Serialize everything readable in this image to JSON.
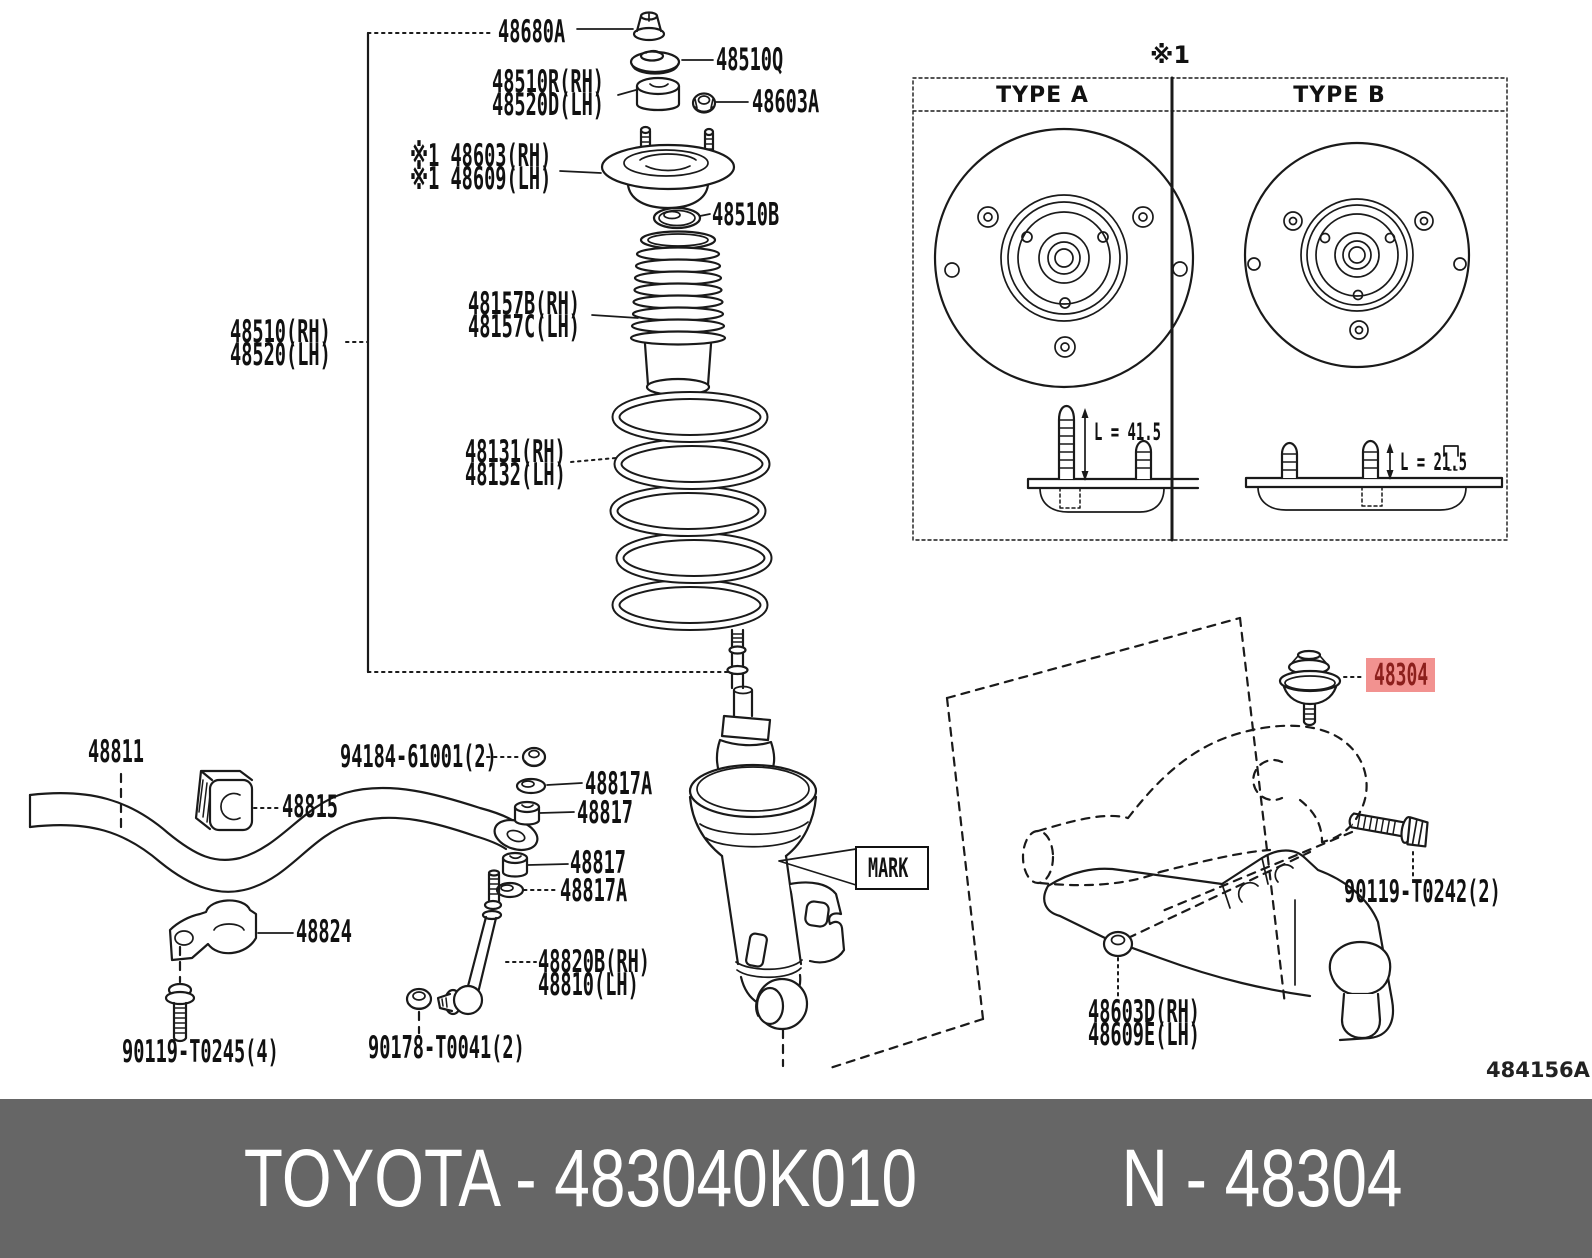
{
  "colors": {
    "line": "#1a1a1a",
    "highlight_bg": "#f29290",
    "highlight_fg": "#8c1f1c",
    "banner_bg": "#666666",
    "banner_fg": "#ffffff"
  },
  "banner": {
    "left": "TOYOTA - 483040K010",
    "right": "N - 48304"
  },
  "diagram_ref": "484156A",
  "inset": {
    "note": "※1",
    "type_a_title": "TYPE A",
    "type_b_title": "TYPE B",
    "dim_a": "L = 41.5",
    "dim_b": "L = 21.5"
  },
  "parts": {
    "p48680a": "48680A",
    "p48510q": "48510Q",
    "p48510r": "48510R(RH)",
    "p48520d": "48520D(LH)",
    "p48603a": "48603A",
    "p48603": "※1 48603(RH)",
    "p48609": "※1 48609(LH)",
    "p48510b": "48510B",
    "p48157b": "48157B(RH)",
    "p48157c": "48157C(LH)",
    "p48510": "48510(RH)",
    "p48520": "48520(LH)",
    "p48131": "48131(RH)",
    "p48132": "48132(LH)",
    "p48811": "48811",
    "p48815": "48815",
    "p94184": "94184-61001(2)",
    "p48817a_upper": "48817A",
    "p48817_upper": "48817",
    "p48817_lower": "48817",
    "p48817a_lower": "48817A",
    "p48824": "48824",
    "p48820b": "48820B(RH)",
    "p48810": "48810(LH)",
    "p90119_t0245": "90119-T0245(4)",
    "p90178_t0041": "90178-T0041(2)",
    "mark": "MARK",
    "p48304_highlight": "48304",
    "p90119_t0242": "90119-T0242(2)",
    "p48603d": "48603D(RH)",
    "p48609e": "48609E(LH)"
  }
}
